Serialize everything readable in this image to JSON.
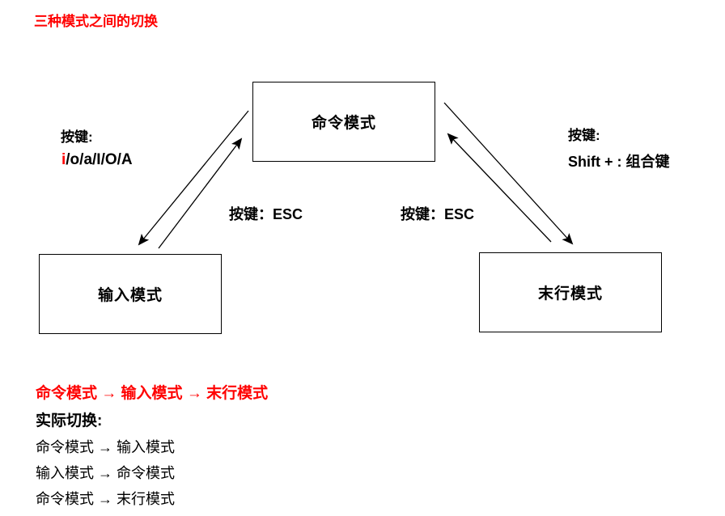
{
  "title": "三种模式之间的切换",
  "colors": {
    "accent_red": "#ff0000",
    "text_black": "#000000",
    "background": "#ffffff"
  },
  "nodes": {
    "command": {
      "label": "命令模式"
    },
    "input": {
      "label": "输入模式"
    },
    "lastline": {
      "label": "末行模式"
    }
  },
  "labels": {
    "left_key_title": "按键:",
    "left_key_red": "i",
    "left_key_rest": "/o/a/I/O/A",
    "esc_left": "按键：ESC",
    "esc_right": "按键：ESC",
    "right_key_title": "按键:",
    "right_key_value": "Shift + : 组合键"
  },
  "footer": {
    "flow": "命令模式 → 输入模式 →  末行模式",
    "actual_title": "实际切换:",
    "switches": [
      "命令模式 → 输入模式",
      "输入模式 → 命令模式",
      "命令模式 → 末行模式"
    ]
  }
}
